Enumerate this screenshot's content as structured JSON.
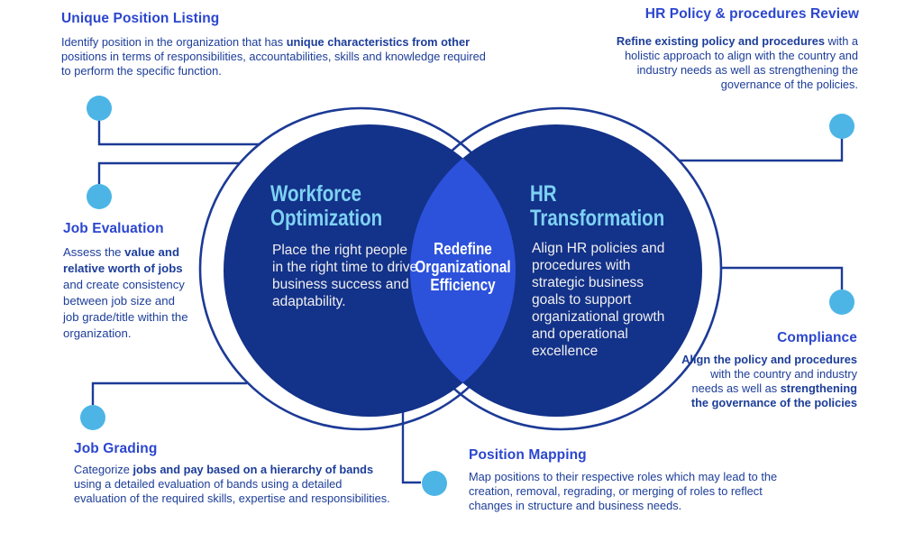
{
  "colors": {
    "background": "#FFFFFF",
    "heading_blue": "#2B46CE",
    "body_navy": "#1C3D99",
    "circle_fill": "#133289",
    "lens_fill": "#2C52DC",
    "ring_stroke": "#1C3A96",
    "connector": "#1C3A96",
    "dot_fill": "#4CB5E6",
    "circle_heading": "#7ED2F4",
    "circle_body": "#EFEFEF"
  },
  "venn": {
    "left": {
      "title": "Workforce Optimization",
      "body": "Place the right people in the right time to drive business success and adaptability."
    },
    "right": {
      "title": "HR Transformation",
      "body": "Align HR policies and procedures with strategic business goals to support organizational growth and operational excellence"
    },
    "center": {
      "label": "Redefine Organizational Efficiency"
    }
  },
  "sections": {
    "unique_position_listing": {
      "title": "Unique Position Listing",
      "body": [
        {
          "t": "Identify position in the organization that has "
        },
        {
          "t": "unique characteristics from other",
          "b": true
        },
        {
          "t": " positions in terms of responsibilities, accountabilities, skills and knowledge required to perform the specific function."
        }
      ]
    },
    "hr_policy_review": {
      "title": "HR Policy & procedures Review",
      "body": [
        {
          "t": "Refine existing policy and procedures",
          "b": true
        },
        {
          "t": " with a holistic approach to align with the country and industry needs as well as strengthening the governance of the policies."
        }
      ]
    },
    "job_evaluation": {
      "title": "Job Evaluation",
      "body": [
        {
          "t": "Assess the "
        },
        {
          "t": "value and relative worth of jobs",
          "b": true
        },
        {
          "t": " and create consistency between job size and job grade/title within the organization."
        }
      ]
    },
    "compliance": {
      "title": "Compliance",
      "body": [
        {
          "t": "Align the policy and procedures",
          "b": true
        },
        {
          "t": " with the country and industry needs as well as "
        },
        {
          "t": "strengthening the governance of the policies",
          "b": true
        }
      ]
    },
    "job_grading": {
      "title": "Job Grading",
      "body": [
        {
          "t": "Categorize "
        },
        {
          "t": "jobs and pay based on a hierarchy of bands",
          "b": true
        },
        {
          "t": " using a detailed evaluation of bands using a detailed evaluation of the required skills, expertise and responsibilities."
        }
      ]
    },
    "position_mapping": {
      "title": "Position Mapping",
      "body": [
        {
          "t": "Map positions to their respective roles which may lead to the creation, removal, regrading, or merging of roles to reflect changes in structure and business needs."
        }
      ]
    }
  }
}
